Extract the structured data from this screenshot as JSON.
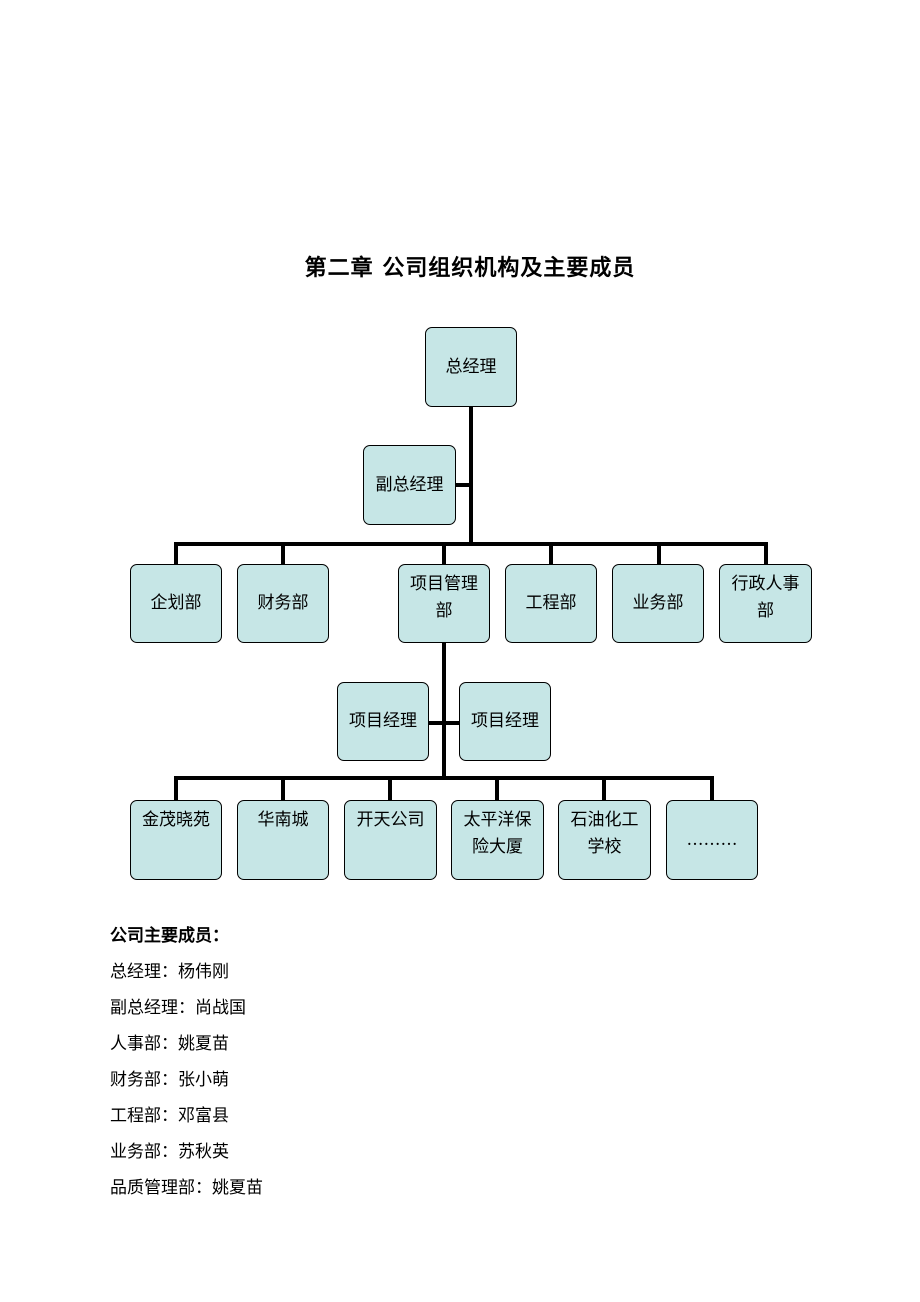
{
  "title": "第二章  公司组织机构及主要成员",
  "org": {
    "gm": "总经理",
    "deputy": "副总经理",
    "departments": [
      "企划部",
      "财务部",
      "项目管理部",
      "工程部",
      "业务部",
      "行政人事部"
    ],
    "project_managers": [
      "项目经理",
      "项目经理"
    ],
    "projects": [
      "金茂晓苑",
      "华南城",
      "开天公司",
      "太平洋保险大厦",
      "石油化工学校",
      "………"
    ]
  },
  "members": {
    "heading": "公司主要成员：",
    "rows": [
      "总经理：杨伟刚",
      "副总经理：尚战国",
      "人事部：姚夏苗",
      "财务部：张小萌",
      "工程部：邓富县",
      "业务部：苏秋英",
      "品质管理部：姚夏苗"
    ]
  },
  "colors": {
    "box_fill": "#c6e6e6",
    "line": "#000000"
  }
}
